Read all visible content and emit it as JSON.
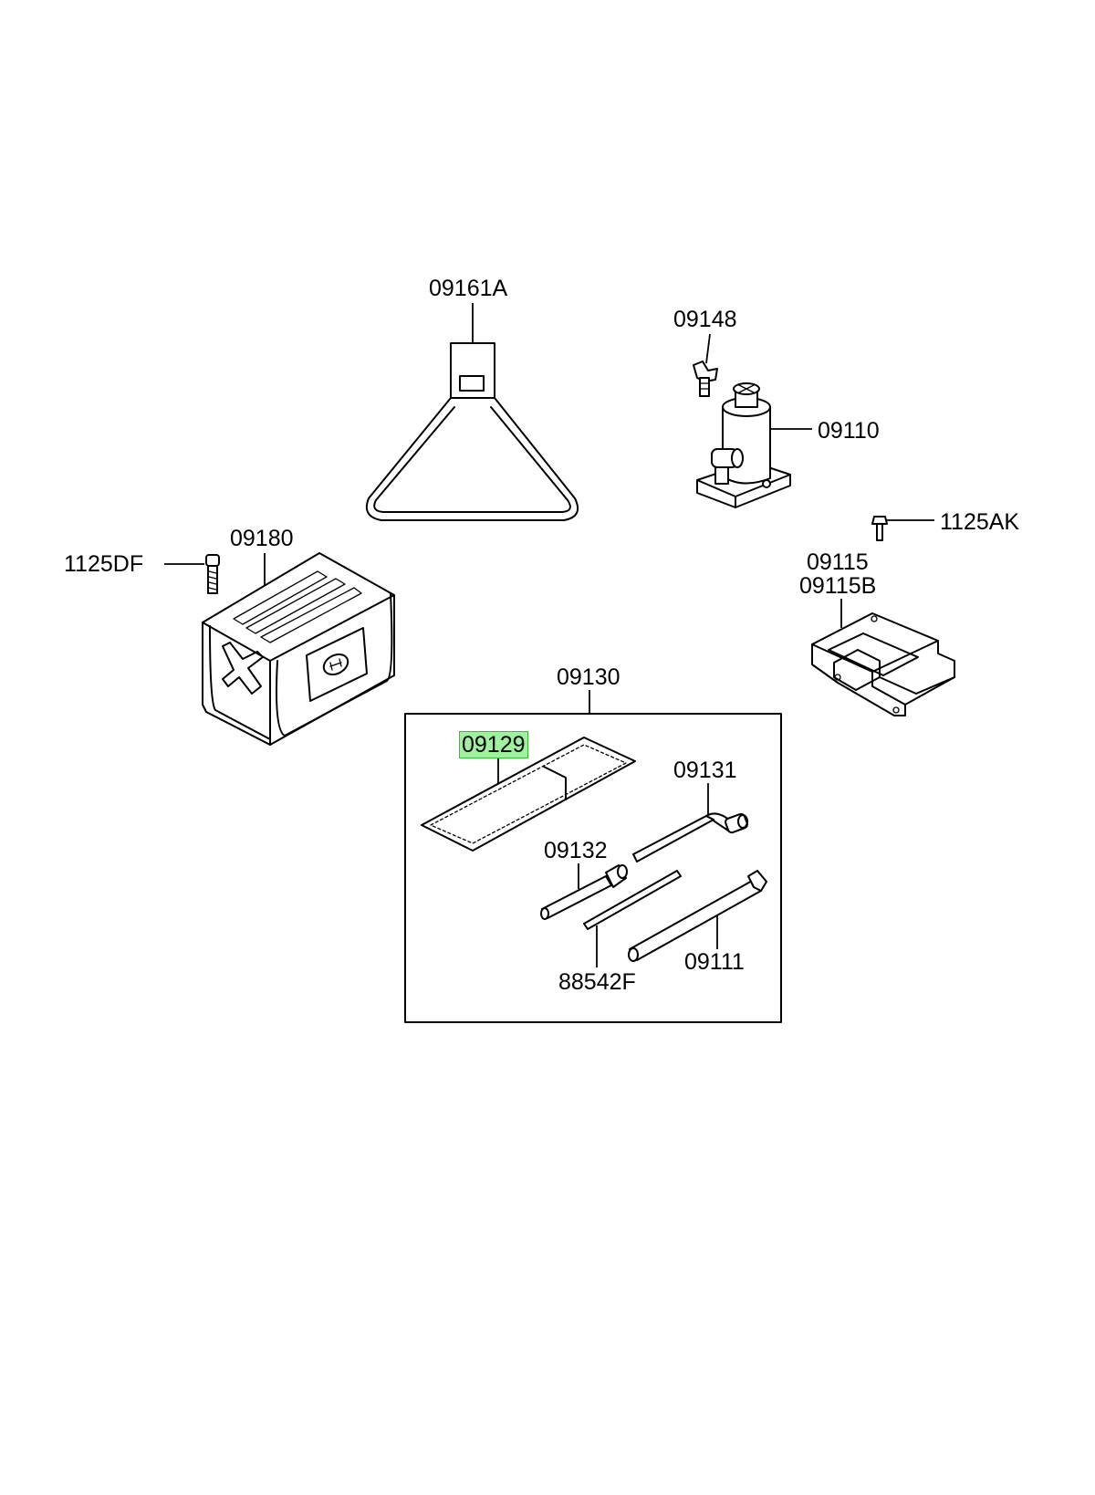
{
  "callouts": {
    "p09161A": "09161A",
    "p09148": "09148",
    "p09110": "09110",
    "p1125AK": "1125AK",
    "p09115": "09115",
    "p09115B": "09115B",
    "p09180": "09180",
    "p1125DF": "1125DF",
    "p09130": "09130",
    "p09129": "09129",
    "p09131": "09131",
    "p09132": "09132",
    "p09111": "09111",
    "p88542F": "88542F"
  },
  "highlight": {
    "selected_part": "09129",
    "color": "#9ef29e"
  }
}
